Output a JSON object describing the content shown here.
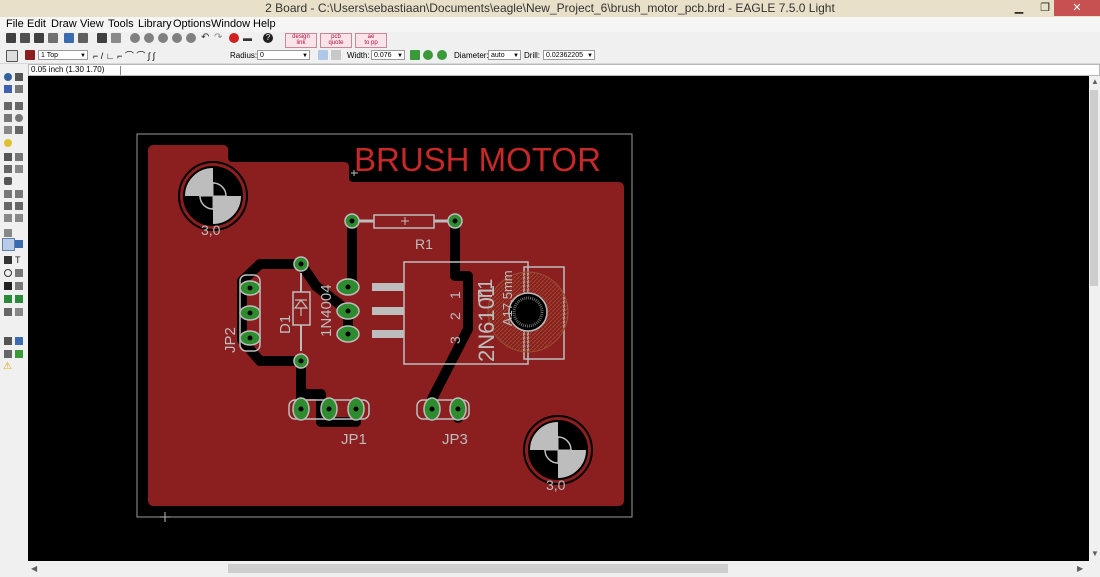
{
  "window": {
    "title": "2 Board - C:\\Users\\sebastiaan\\Documents\\eagle\\New_Project_6\\brush_motor_pcb.brd - EAGLE 7.5.0 Light"
  },
  "menu": [
    "File",
    "Edit",
    "Draw",
    "View",
    "Tools",
    "Library",
    "Options",
    "Window",
    "Help"
  ],
  "toolbar": {
    "ulp_buttons": [
      {
        "line1": "design",
        "line2": "link"
      },
      {
        "line1": "pcb",
        "line2": "quote"
      },
      {
        "line1": "ae",
        "line2": "to pp"
      }
    ]
  },
  "params": {
    "layer": "1 Top",
    "radius_label": "Radius:",
    "radius": "0",
    "width_label": "Width:",
    "width": "0.076",
    "diameter_label": "Diameter:",
    "diameter": "auto",
    "drill_label": "Drill:",
    "drill": "0.02362205"
  },
  "status": {
    "coordinates": "0.05 inch (1.30 1.70)"
  },
  "board": {
    "title": "BRUSH MOTOR",
    "hole_label": "3,0",
    "resistor_label": "R1",
    "diode_name": "D1",
    "diode_value": "1N4004",
    "jp1": "JP1",
    "jp2": "JP2",
    "jp3": "JP3",
    "transistor_name": "T1",
    "transistor_value": "2N6101",
    "heatsink_label": "A17,5mm",
    "pin_labels": [
      "1",
      "2",
      "3"
    ]
  },
  "colors": {
    "canvas": "#000000",
    "copper": "#8b1f1f",
    "pad": "#2e8b2e",
    "silkscreen": "#bdbdbd",
    "title_text": "#c82828",
    "hatched_ring": "#9a5030"
  }
}
